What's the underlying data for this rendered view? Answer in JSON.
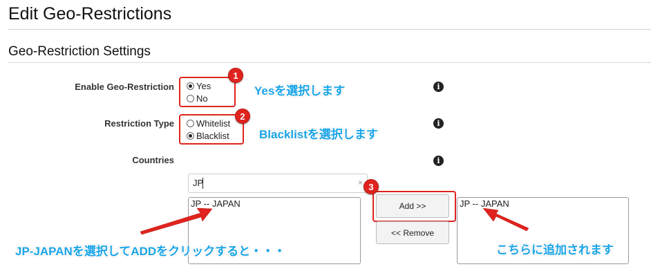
{
  "page_title": "Edit Geo-Restrictions",
  "section_title": "Geo-Restriction Settings",
  "fields": {
    "enable_label": "Enable Geo-Restriction",
    "enable_options": [
      "Yes",
      "No"
    ],
    "enable_selected": "Yes",
    "type_label": "Restriction Type",
    "type_options": [
      "Whitelist",
      "Blacklist"
    ],
    "type_selected": "Blacklist",
    "countries_label": "Countries"
  },
  "country_search": {
    "value": "JP",
    "clear_icon": "×"
  },
  "available_countries": [
    "JP -- JAPAN"
  ],
  "selected_countries": [
    "JP -- JAPAN"
  ],
  "buttons": {
    "add": "Add >>",
    "remove": "<< Remove"
  },
  "info_icon": "i",
  "annotations": {
    "badge1": "1",
    "badge2": "2",
    "badge3": "3",
    "note1": "Yesを選択します",
    "note2": "Blacklistを選択します",
    "note3": "JP-JAPANを選択してADDをクリックすると・・・",
    "note4": "こちらに追加されます",
    "accent_color": "#e0231e",
    "note_color": "#19a4e6"
  }
}
